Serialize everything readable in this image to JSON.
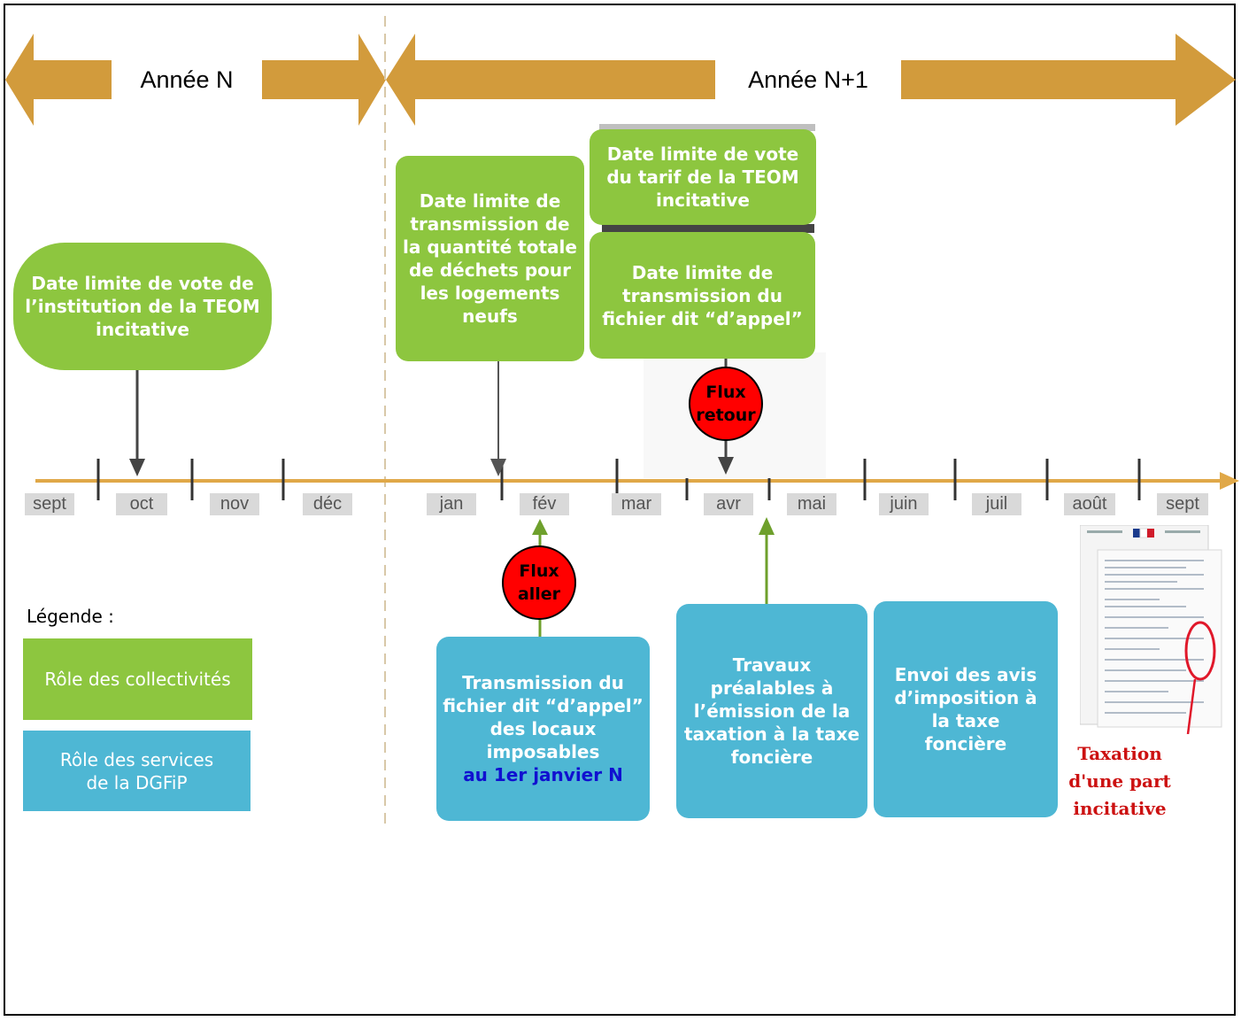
{
  "colors": {
    "green": "#8dc63f",
    "blue": "#4eb7d4",
    "band": "#d29b3c",
    "axis": "#e0a848",
    "flux": "#ff0000",
    "month_bg": "#d9d9d9"
  },
  "years": {
    "n": "Année N",
    "n1": "Année N+1"
  },
  "months": [
    "sept",
    "oct",
    "nov",
    "déc",
    "jan",
    "fév",
    "mar",
    "avr",
    "mai",
    "juin",
    "juil",
    "août",
    "sept"
  ],
  "green_boxes": {
    "institution": "Date limite de vote de l’institution de la TEOM incitative",
    "logements": "Date limite de transmission de la quantité totale de déchets pour les logements neufs",
    "tarif": "Date limite de vote du tarif de la TEOM incitative",
    "fichier_appel": "Date limite de transmission du fichier dit “d’appel”"
  },
  "flux": {
    "retour_line1": "Flux",
    "retour_line2": "retour",
    "aller_line1": "Flux",
    "aller_line2": "aller"
  },
  "blue_boxes": {
    "transmission": "Transmission du fichier dit “d’appel” des locaux imposables",
    "transmission_date": "au 1er janvier N",
    "travaux": "Travaux préalables à l’émission de la taxation à la taxe foncière",
    "envoi": "Envoi des avis d’imposition à la taxe foncière"
  },
  "taxation": {
    "line1": "Taxation",
    "line2": "d'une part",
    "line3": "incitative"
  },
  "legend": {
    "title": "Légende :",
    "collectivites": "Rôle des collectivités",
    "dgfip_line1": "Rôle des services",
    "dgfip_line2": "de la DGFiP"
  }
}
